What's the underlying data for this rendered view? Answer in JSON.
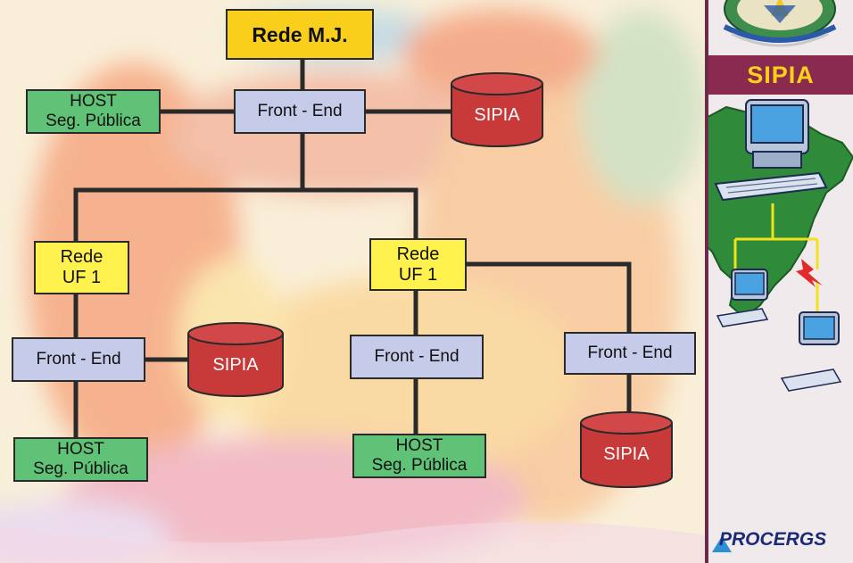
{
  "diagram": {
    "top_network": "Rede M.J.",
    "front_end": "Front - End",
    "host": [
      "HOST",
      "Seg. Pública"
    ],
    "database": "SIPIA",
    "state_network": [
      "Rede",
      "UF 1"
    ]
  },
  "sidebar": {
    "title": "SIPIA",
    "logo_text": "PROCERGS"
  },
  "colors": {
    "rede_mj": "#f9cf1c",
    "front_end": "#c7cbea",
    "host": "#5fc277",
    "rede_uf": "#fff14e",
    "database": "#c83a3a",
    "sidebar_band": "#8a2a4e",
    "sidebar_title": "#ffd21a"
  },
  "icons": [
    "brazil-map-icon",
    "computer-terminal-icon",
    "lightning-bolt-icon",
    "coat-of-arms-emblem"
  ]
}
